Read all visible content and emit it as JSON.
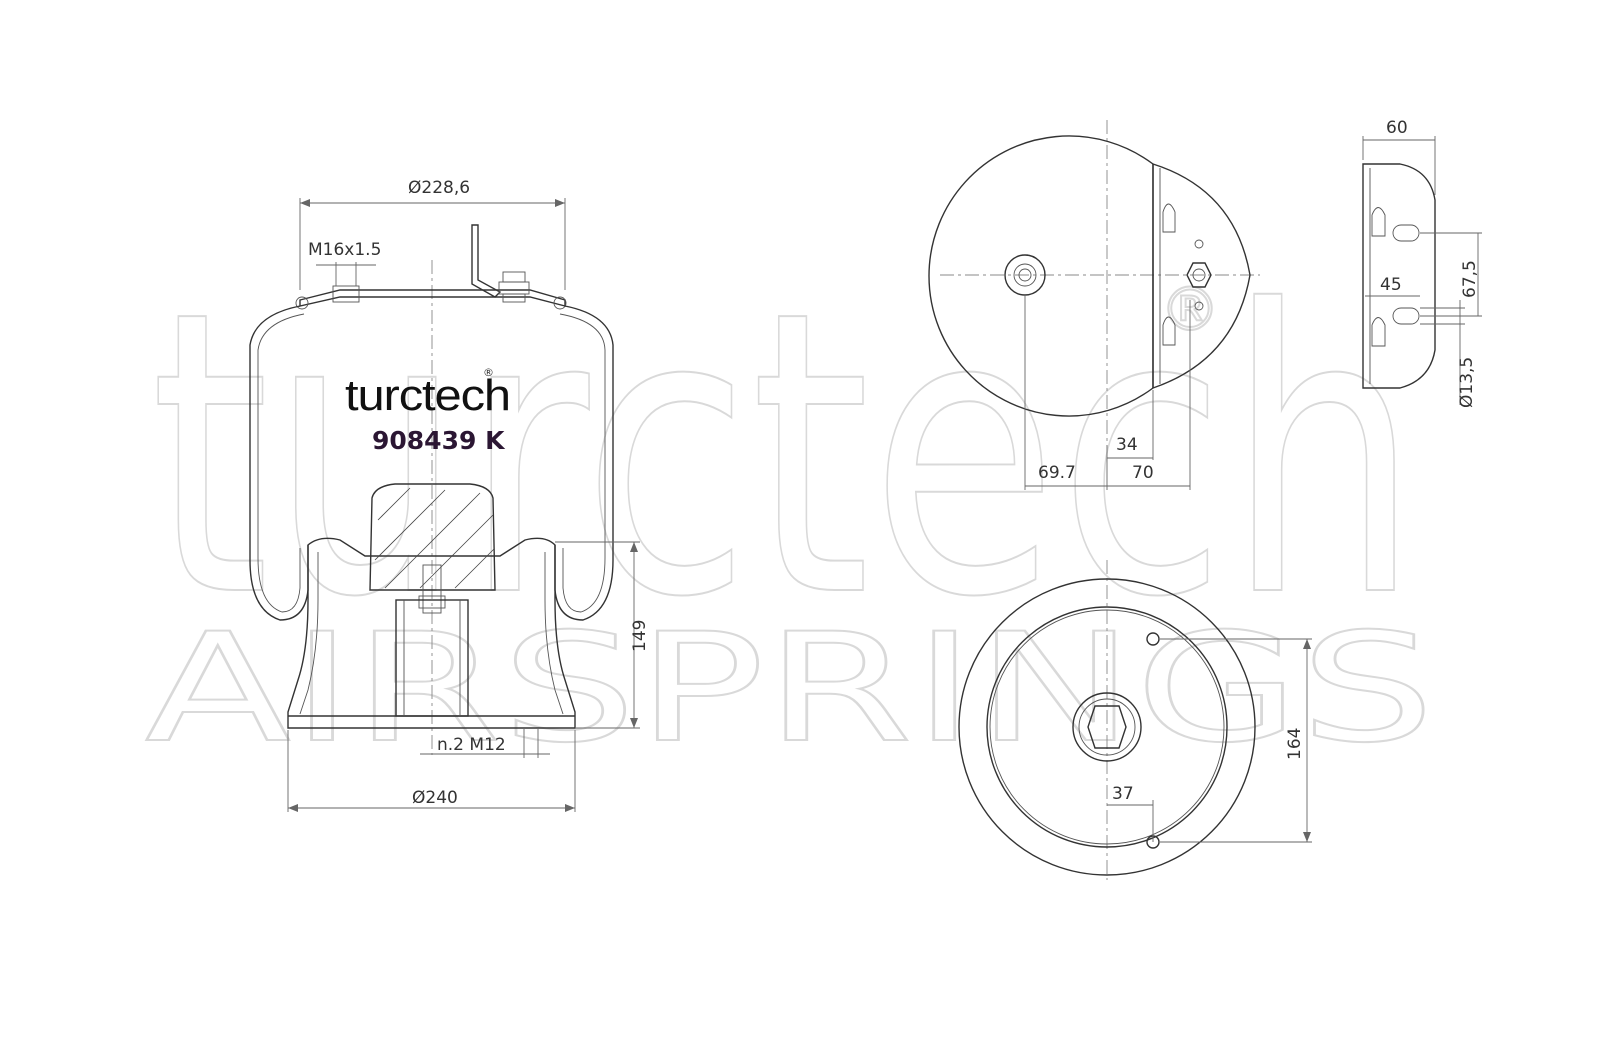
{
  "watermark": {
    "brand": "turctech",
    "registered_mark": "®",
    "tagline": "AIRSPRINGS"
  },
  "label": {
    "brand": "turctech",
    "registered_mark": "®",
    "part_number": "908439 K"
  },
  "side_view": {
    "top_diameter": "Ø228,6",
    "top_thread": "M16x1.5",
    "piston_height": "149",
    "bottom_holes": "n.2  M12",
    "base_diameter": "Ø240"
  },
  "top_view": {
    "offset_left": "69.7",
    "offset_right": "70",
    "bracket_offset": "34",
    "bracket_width": "60",
    "slot_spacing": "67,5",
    "stud_offset": "45",
    "hole_diameter": "Ø13,5"
  },
  "bottom_view": {
    "hole_spacing": "164",
    "hole_offset": "37"
  }
}
